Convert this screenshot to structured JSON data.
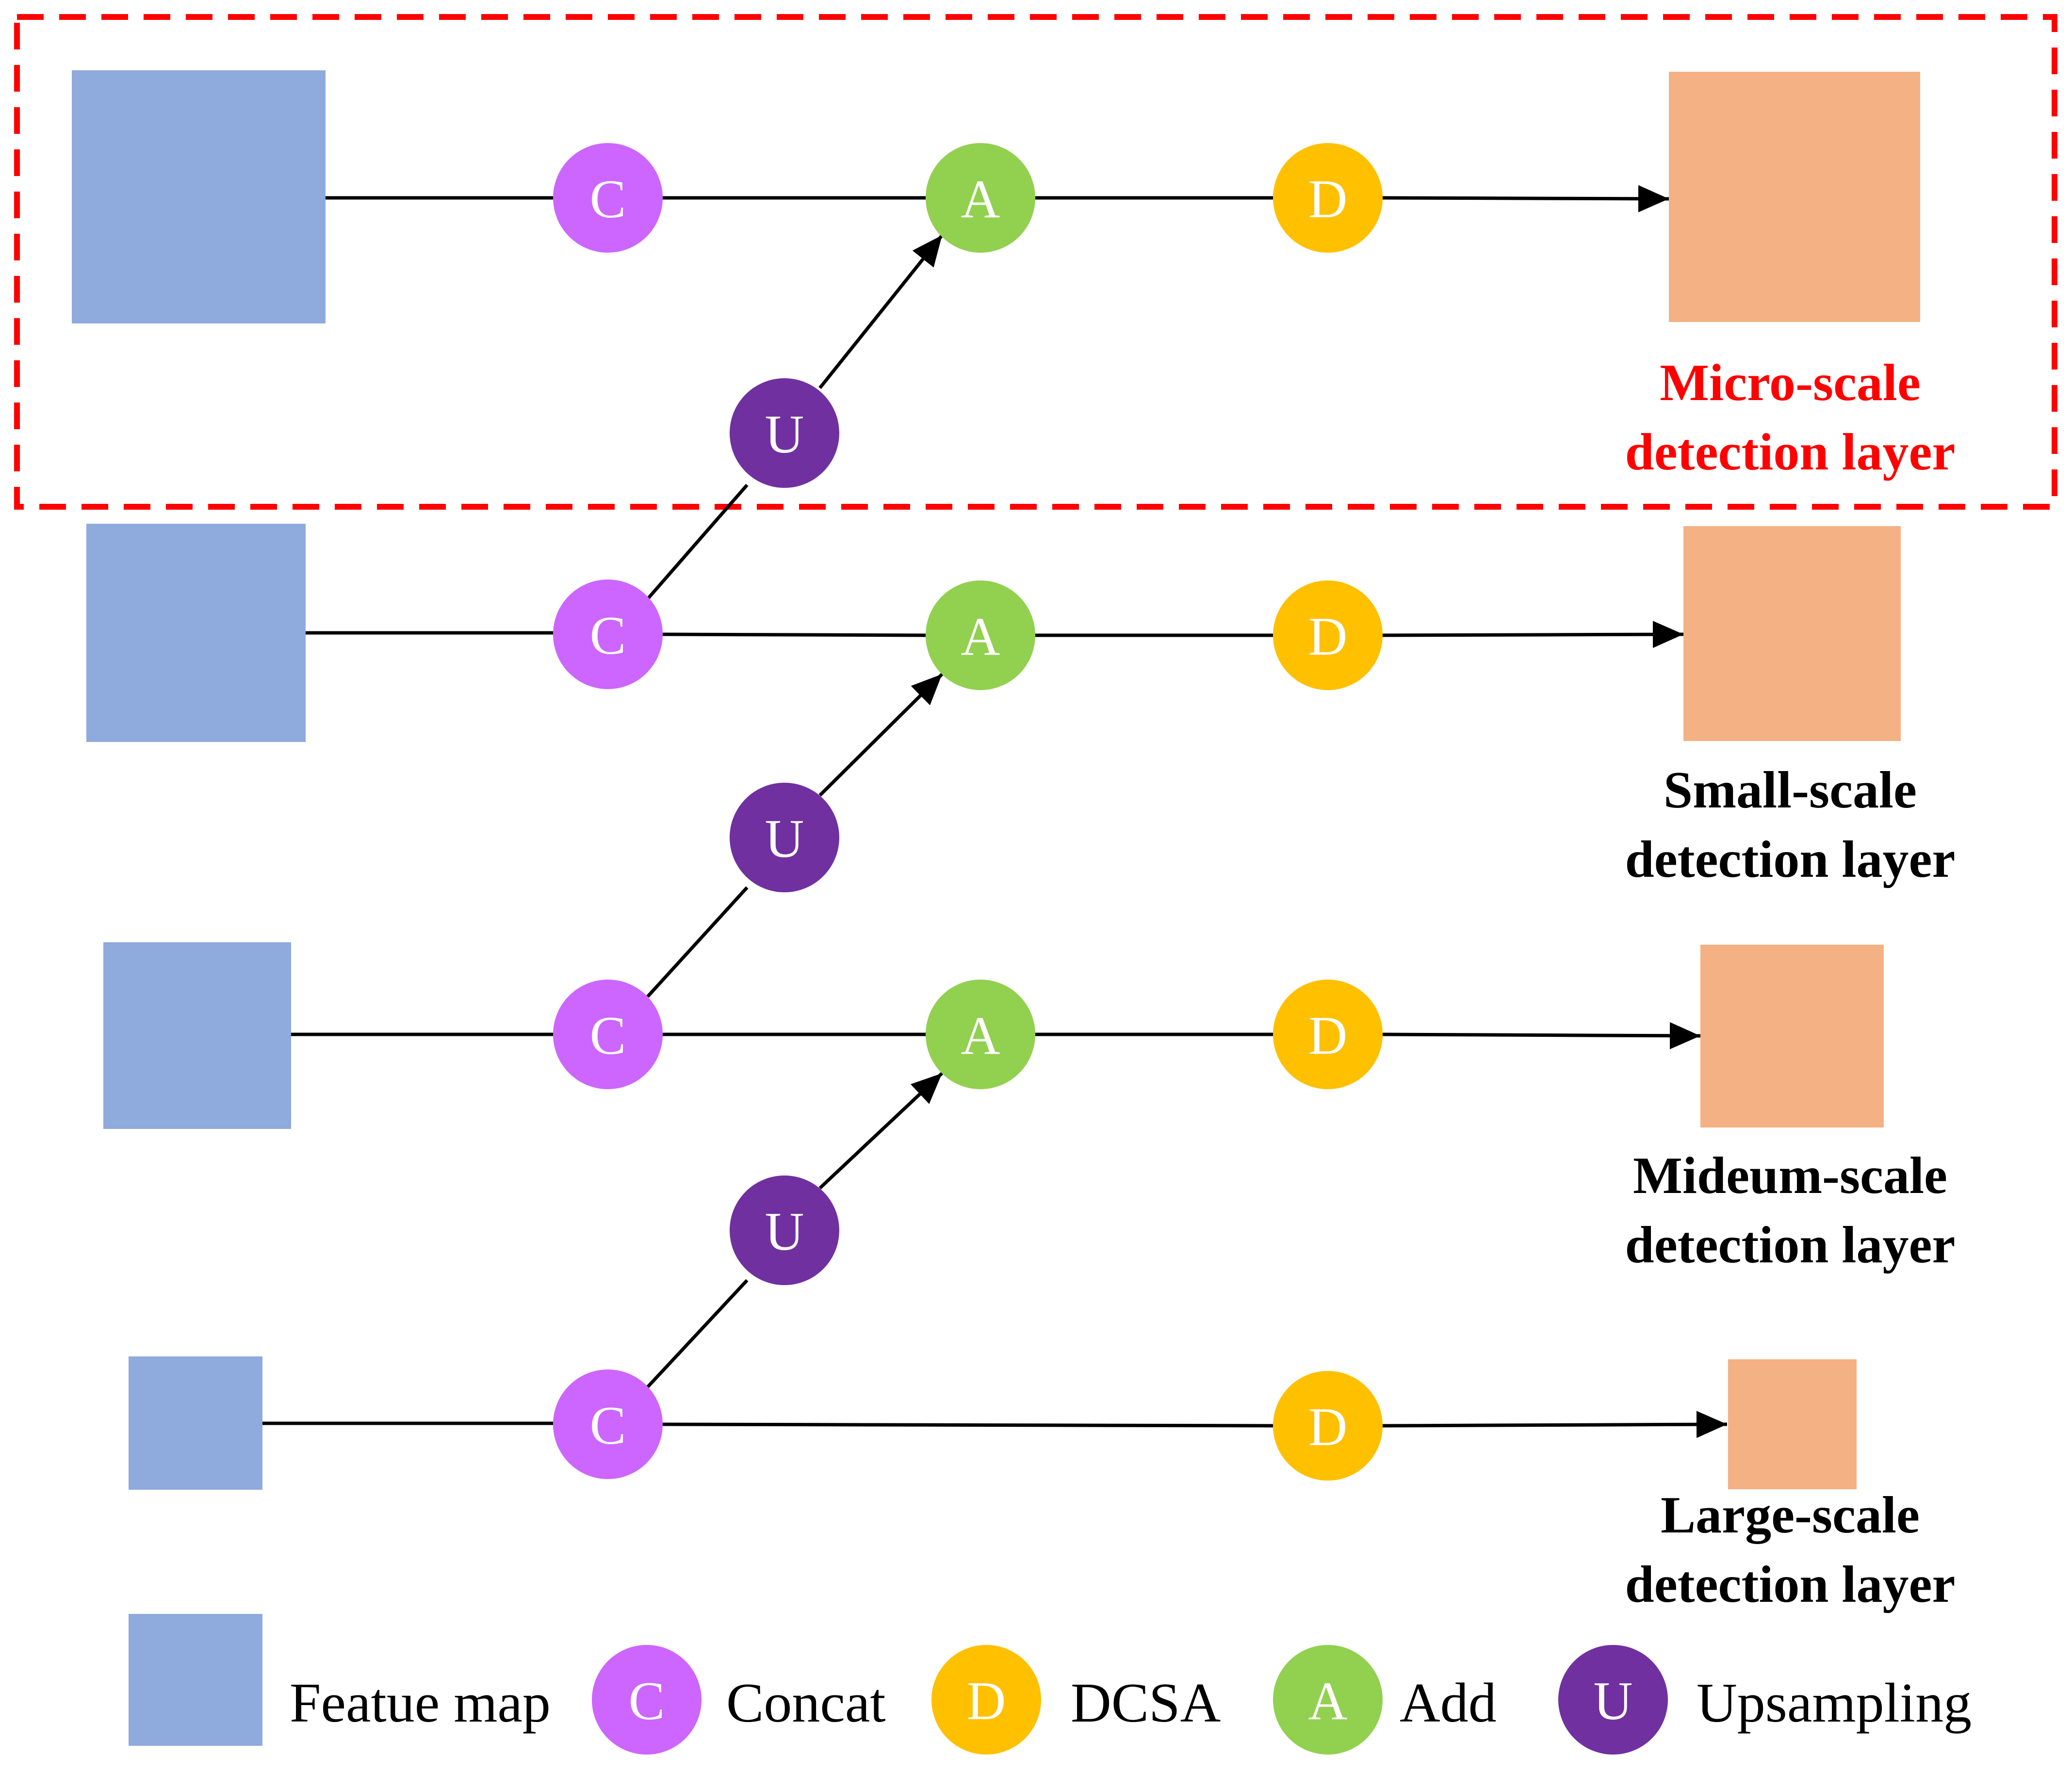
{
  "colors": {
    "feature_map": "#8FAADC",
    "detection_layer": "#F4B183",
    "concat": "#CC66FF",
    "add": "#92D050",
    "dcsa": "#FFC000",
    "upsampling": "#7030A0",
    "highlight": "#FF0000",
    "line": "#000000"
  },
  "nodes": {
    "concat_letter": "C",
    "add_letter": "A",
    "dcsa_letter": "D",
    "upsampling_letter": "U"
  },
  "detection_layers": [
    {
      "line1": "Micro-scale",
      "line2": "detection layer",
      "highlighted": true
    },
    {
      "line1": "Small-scale",
      "line2": "detection layer",
      "highlighted": false
    },
    {
      "line1": "Mideum-scale",
      "line2": "detection layer",
      "highlighted": false
    },
    {
      "line1": "Large-scale",
      "line2": "detection layer",
      "highlighted": false
    }
  ],
  "legend": {
    "feature_map": "Featue map",
    "concat": "Concat",
    "dcsa": "DCSA",
    "add": "Add",
    "upsampling": "Upsampling"
  }
}
